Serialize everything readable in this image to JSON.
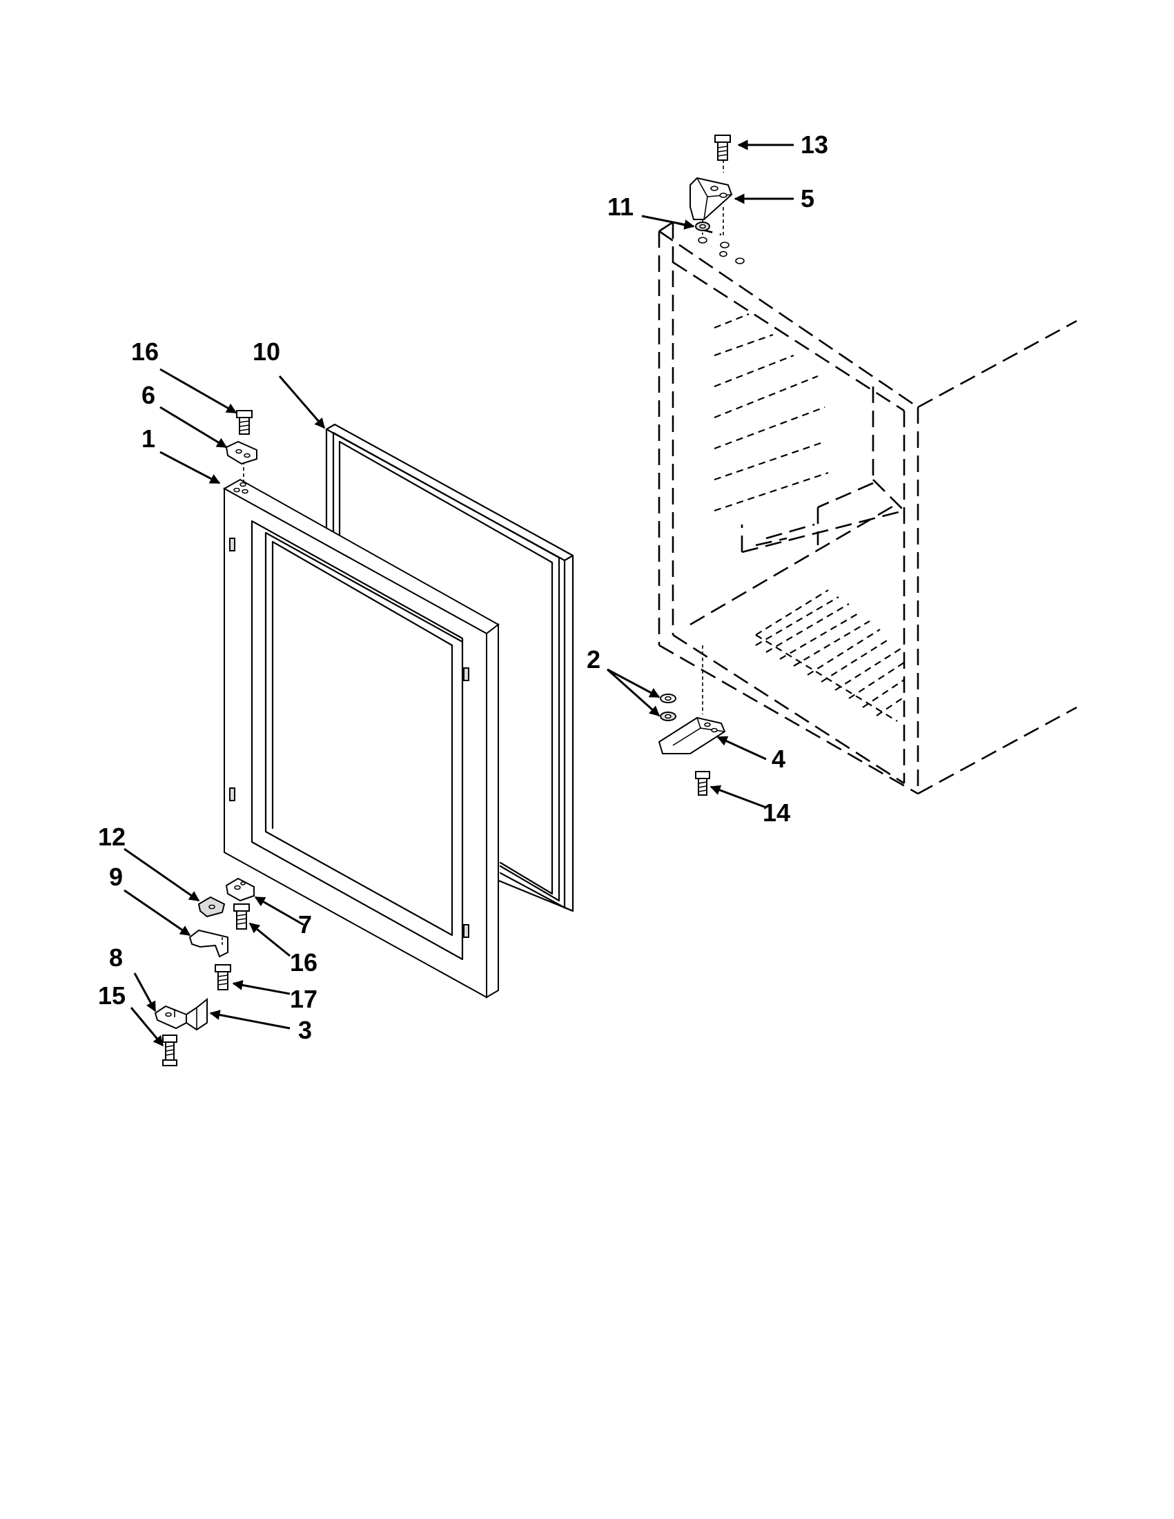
{
  "diagram": {
    "callouts": [
      {
        "id": "13",
        "label": "13"
      },
      {
        "id": "5",
        "label": "5"
      },
      {
        "id": "11",
        "label": "11"
      },
      {
        "id": "16a",
        "label": "16"
      },
      {
        "id": "10",
        "label": "10"
      },
      {
        "id": "6",
        "label": "6"
      },
      {
        "id": "1",
        "label": "1"
      },
      {
        "id": "2",
        "label": "2"
      },
      {
        "id": "4",
        "label": "4"
      },
      {
        "id": "14",
        "label": "14"
      },
      {
        "id": "12",
        "label": "12"
      },
      {
        "id": "9",
        "label": "9"
      },
      {
        "id": "7",
        "label": "7"
      },
      {
        "id": "16b",
        "label": "16"
      },
      {
        "id": "8",
        "label": "8"
      },
      {
        "id": "17",
        "label": "17"
      },
      {
        "id": "15",
        "label": "15"
      },
      {
        "id": "3",
        "label": "3"
      }
    ]
  }
}
